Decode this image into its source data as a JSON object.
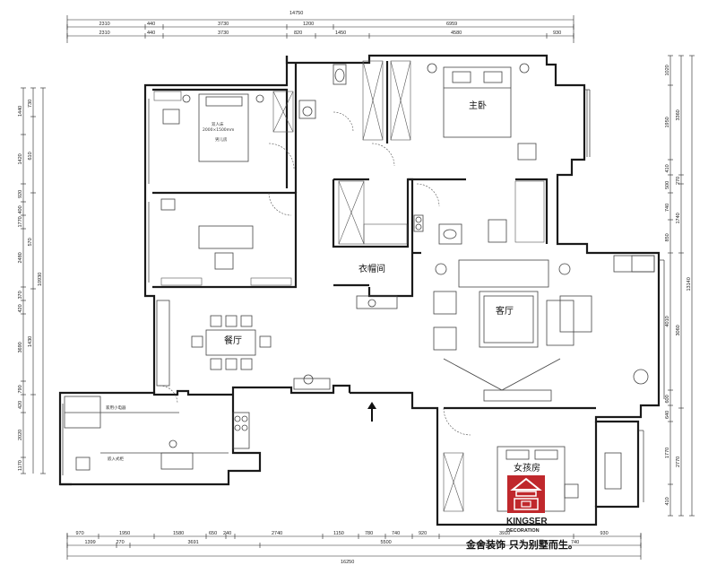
{
  "rooms": {
    "master_bedroom": "主卧",
    "boy_room": "男儿房",
    "double_bed": "双人床",
    "bed_size": "2000×1500mm",
    "cloakroom": "衣帽间",
    "living_room": "客厅",
    "dining_room": "餐厅",
    "girl_room": "女孩房",
    "kitchen_appliance": "家用小电器",
    "built_in_cabinet": "嵌入式柜"
  },
  "dims": {
    "top_total": "14750",
    "top_row1": [
      "2310",
      "440",
      "3730",
      "1200",
      "6959"
    ],
    "top_row2": [
      "2310",
      "440",
      "3730",
      "820",
      "1450",
      "4580",
      "930"
    ],
    "bottom_row1": [
      "970",
      "1950",
      "1580",
      "650",
      "240",
      "2740",
      "1150",
      "780",
      "740",
      "920",
      "3910",
      "930"
    ],
    "bottom_row2": [
      "1399",
      "270",
      "3691",
      "5500",
      "740"
    ],
    "bottom_total": "16250",
    "left_outer": [
      "1440",
      "1420",
      "920",
      "400",
      "1770",
      "2480",
      "370",
      "420",
      "3690",
      "790",
      "420",
      "2020",
      "1170"
    ],
    "left_inner": [
      "730",
      "610",
      "570",
      "1430"
    ],
    "left_total": "10930",
    "right_inner": [
      "1020",
      "1950",
      "410",
      "500",
      "740",
      "850",
      "4010",
      "600",
      "640",
      "1770",
      "410"
    ],
    "right_outer": [
      "3360",
      "270",
      "1740",
      "3060",
      "2770"
    ],
    "right_total": "13140"
  },
  "brand": {
    "name": "KINGSER",
    "sub": "DECORATION",
    "slogan": "金舍装饰 只为别墅而生。"
  },
  "colors": {
    "logo_red": "#c0282c",
    "wall": "#1a1a1a"
  },
  "icons": {
    "north_arrow": "up-arrow-icon"
  }
}
